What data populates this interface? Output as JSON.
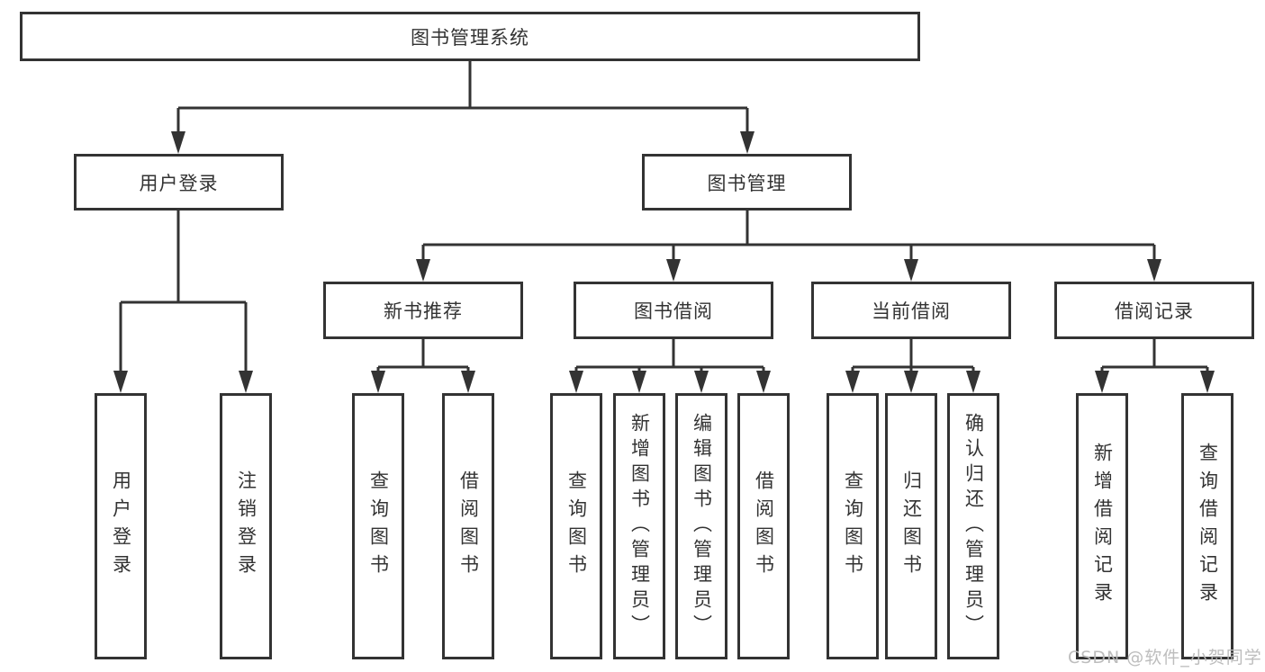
{
  "diagram": {
    "title": "图书管理系统",
    "root": {
      "label": "图书管理系统"
    },
    "level2": [
      {
        "id": "user-login",
        "label": "用户登录"
      },
      {
        "id": "book-management",
        "label": "图书管理"
      }
    ],
    "level3": [
      {
        "id": "new-book-recommend",
        "label": "新书推荐",
        "parent": "图书管理"
      },
      {
        "id": "book-borrow",
        "label": "图书借阅",
        "parent": "图书管理"
      },
      {
        "id": "current-borrow",
        "label": "当前借阅",
        "parent": "图书管理"
      },
      {
        "id": "borrow-records",
        "label": "借阅记录",
        "parent": "图书管理"
      }
    ],
    "leaves": {
      "user_login": [
        {
          "label": "用户登录"
        },
        {
          "label": "注销登录"
        }
      ],
      "new_book": [
        {
          "label": "查询图书"
        },
        {
          "label": "借阅图书"
        }
      ],
      "borrow": [
        {
          "label": "查询图书"
        },
        {
          "label": "新增图书（管理员）"
        },
        {
          "label": "编辑图书（管理员）"
        },
        {
          "label": "借阅图书"
        }
      ],
      "current": [
        {
          "label": "查询图书"
        },
        {
          "label": "归还图书"
        },
        {
          "label": "确认归还（管理员）"
        }
      ],
      "records": [
        {
          "label": "新增借阅记录"
        },
        {
          "label": "查询借阅记录"
        }
      ]
    },
    "watermark": "CSDN @软件_小贺同学",
    "colors": {
      "line": "#333333",
      "text": "#333333",
      "box_fill": "#ffffff",
      "watermark": "#b9b9b9",
      "background": "#ffffff"
    }
  }
}
